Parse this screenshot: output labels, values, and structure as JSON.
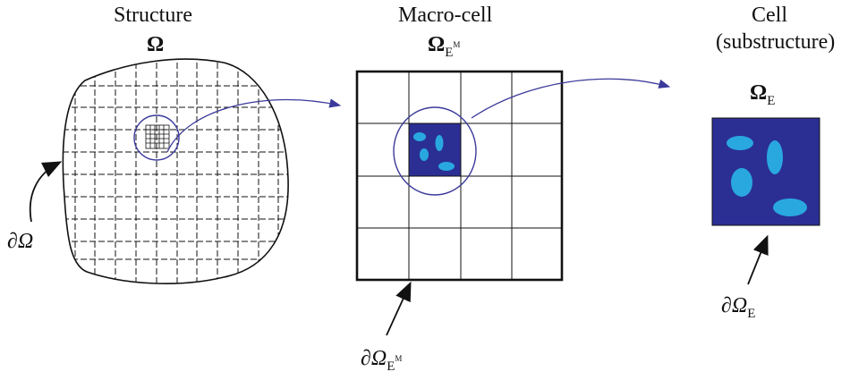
{
  "structure": {
    "title": "Structure",
    "symbol": "Ω",
    "boundary_symbol": "∂Ω"
  },
  "macro_cell": {
    "title": "Macro-cell",
    "symbol": "Ω",
    "symbol_sub": "E",
    "symbol_sup": "M",
    "boundary_symbol": "∂Ω",
    "boundary_sub": "E",
    "boundary_sup": "M"
  },
  "cell": {
    "title_line1": "Cell",
    "title_line2": "(substructure)",
    "symbol": "Ω",
    "symbol_sub": "E",
    "boundary_symbol": "∂Ω",
    "boundary_sub": "E"
  },
  "colors": {
    "line": "#111111",
    "matrix": "#2b2f94",
    "inclusion": "#29a8e0",
    "connector": "#3b3a9a"
  }
}
